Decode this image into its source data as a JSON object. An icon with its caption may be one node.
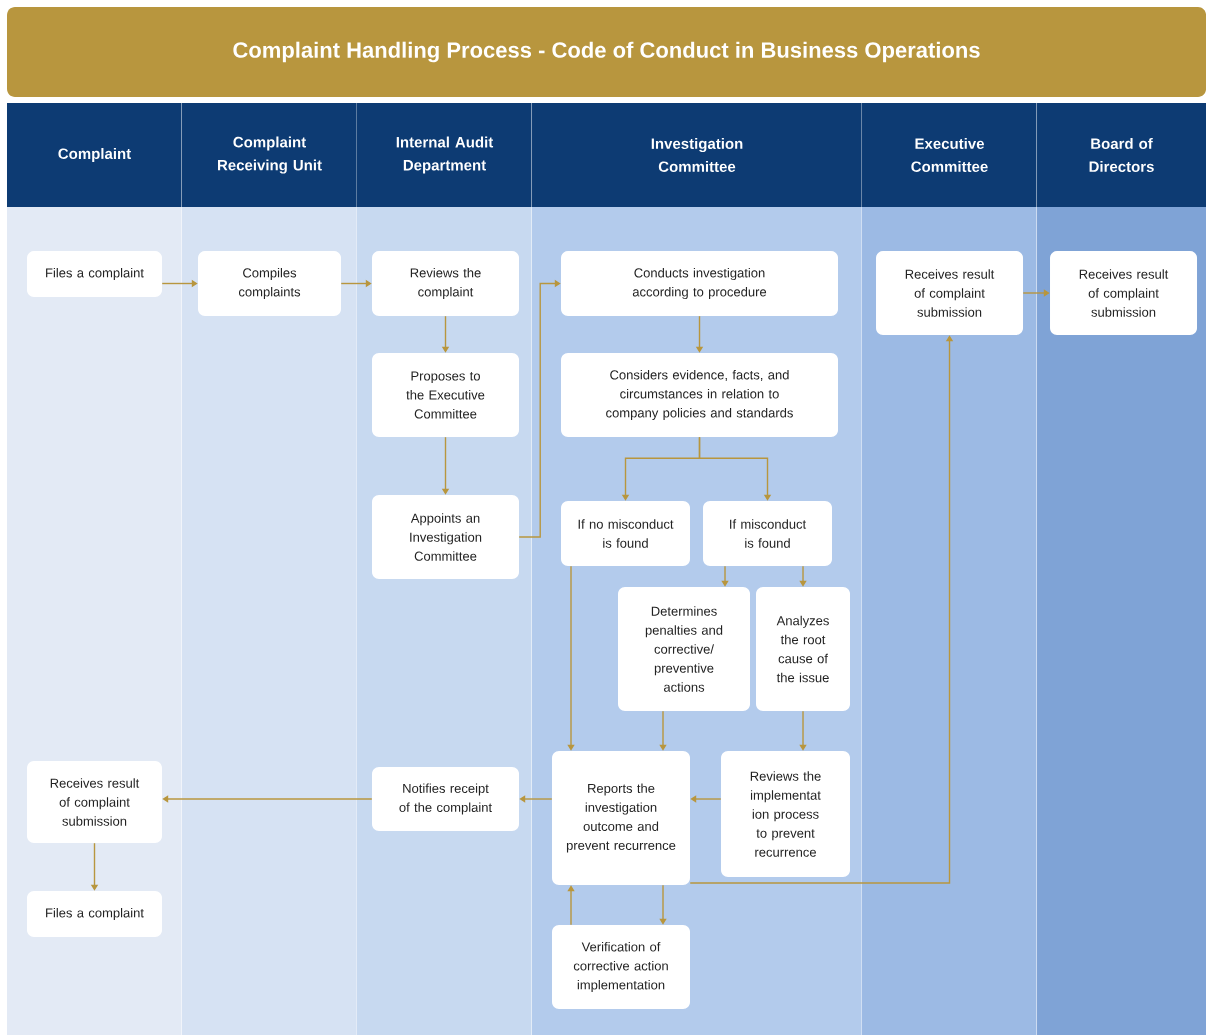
{
  "diagram": {
    "title": "Complaint Handling Process - Code of Conduct in Business Operations",
    "nodes": [
      {
        "text": [
          "Complaint"
        ]
      },
      {
        "text": [
          "Complaint Receiving Unit"
        ]
      },
      {
        "text": [
          "Internal Audit Department"
        ]
      },
      {
        "text": [
          "Investigation Committee"
        ]
      },
      {
        "text": [
          "Executive Committee"
        ]
      },
      {
        "text": [
          "Board of Directors"
        ]
      },
      {
        "text": [
          "Files a complaint"
        ],
        "in": 0
      },
      {
        "text": [
          "Compiles complaints"
        ],
        "in": 1
      },
      {
        "text": [
          "Reviews the complaint"
        ],
        "in": 2
      },
      {
        "text": [
          "Proposes to the Executive Committee"
        ],
        "in": 2
      },
      {
        "text": [
          "Appoints an Investigation Committee"
        ],
        "in": 2
      },
      {
        "text": [
          "Conducts investigation according to procedure"
        ],
        "in": 3
      },
      {
        "text": [
          "Considers evidence, facts, and circumstances in relation to company policies and standards"
        ],
        "in": 3
      },
      {
        "text": [
          "If no misconduct is found"
        ],
        "in": 3
      },
      {
        "text": [
          "If misconduct is found"
        ],
        "in": 3
      },
      {
        "text": [
          "Determines penalties and corrective/ preventive actions"
        ],
        "in": 3
      },
      {
        "text": [
          "Analyzes the root cause of the issue"
        ],
        "in": 3
      },
      {
        "text": [
          "Reports the investigation outcome and prevent recurrence"
        ],
        "in": 3
      },
      {
        "text": [
          "Reviews the implementat ion process to prevent recurrence"
        ],
        "in": 3
      },
      {
        "text": [
          "Verification of corrective action implementation"
        ],
        "in": 3
      },
      {
        "text": [
          "Notifies receipt of the complaint"
        ],
        "in": 2
      },
      {
        "text": [
          "Receives result of complaint submission"
        ],
        "in": 0
      },
      {
        "text": [
          "Files a complaint"
        ],
        "in": 0
      },
      {
        "text": [
          "Receives result of complaint submission"
        ],
        "in": 4
      },
      {
        "text": [
          "Receives result of complaint submission"
        ],
        "in": 5
      }
    ],
    "edges": [
      {
        "from": 6,
        "to": 7,
        "arrow": "to"
      },
      {
        "from": 7,
        "to": 8,
        "arrow": "to"
      },
      {
        "from": 8,
        "to": 9,
        "arrow": "to"
      },
      {
        "from": 9,
        "to": 10,
        "arrow": "to"
      },
      {
        "from": 10,
        "to": 11,
        "arrow": "to"
      },
      {
        "from": 11,
        "to": 12,
        "arrow": "to"
      },
      {
        "from": 12,
        "to": 13,
        "arrow": "to"
      },
      {
        "from": 12,
        "to": 14,
        "arrow": "to"
      },
      {
        "from": 13,
        "to": 17,
        "arrow": "to"
      },
      {
        "from": 14,
        "to": 15,
        "arrow": "to"
      },
      {
        "from": 14,
        "to": 16,
        "arrow": "to"
      },
      {
        "from": 15,
        "to": 17,
        "arrow": "to"
      },
      {
        "from": 16,
        "to": 18,
        "arrow": "to"
      },
      {
        "from": 18,
        "to": 17,
        "arrow": "to"
      },
      {
        "from": 17,
        "to": 20,
        "arrow": "to"
      },
      {
        "from": 20,
        "to": 21,
        "arrow": "to"
      },
      {
        "from": 21,
        "to": 22,
        "arrow": "to"
      },
      {
        "from": 17,
        "to": 19,
        "arrow": "to"
      },
      {
        "from": 19,
        "to": 17,
        "arrow": "to"
      },
      {
        "from": 17,
        "to": 23,
        "arrow": "to"
      },
      {
        "from": 23,
        "to": 24,
        "arrow": "to"
      }
    ]
  }
}
